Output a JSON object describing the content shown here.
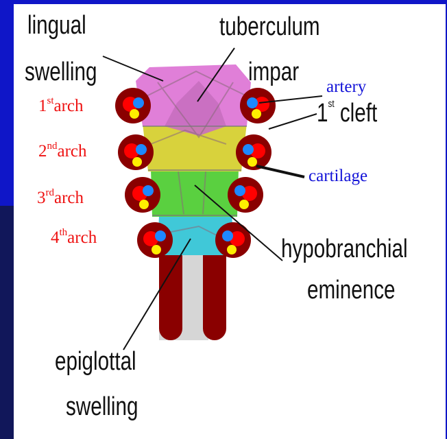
{
  "labels": {
    "lingual": "lingual",
    "swelling_top": "swelling",
    "tuberculum": "tuberculum",
    "impar": "impar",
    "artery": "artery",
    "cleft_num": "1",
    "cleft_sup": "st",
    "cleft_word": "cleft",
    "cartilage": "cartilage",
    "hypobranchial": "hypobranchial",
    "eminence": "eminence",
    "epiglottal": "epiglottal",
    "swelling_bottom": "swelling"
  },
  "arches": [
    {
      "num": "1",
      "sup": "st",
      "word": "arch"
    },
    {
      "num": "2",
      "sup": "nd",
      "word": "arch"
    },
    {
      "num": "3",
      "sup": "rd",
      "word": "arch"
    },
    {
      "num": "4",
      "sup": "th",
      "word": "arch"
    }
  ],
  "colors": {
    "background": "#0f16c8",
    "panel": "#ffffff",
    "arch1_region": "#e07fd8",
    "arch2_region": "#d8d23c",
    "arch3_region": "#5ad040",
    "arch4_region": "#40c8d8",
    "arch_ring": "#8a0000",
    "artery_dot": "#1e88ff",
    "cartilage_dot": "#ffee00",
    "nerve_dot": "#ff0000",
    "label_black": "#111111",
    "label_red": "#ee1111",
    "label_blue": "#1313d8"
  }
}
